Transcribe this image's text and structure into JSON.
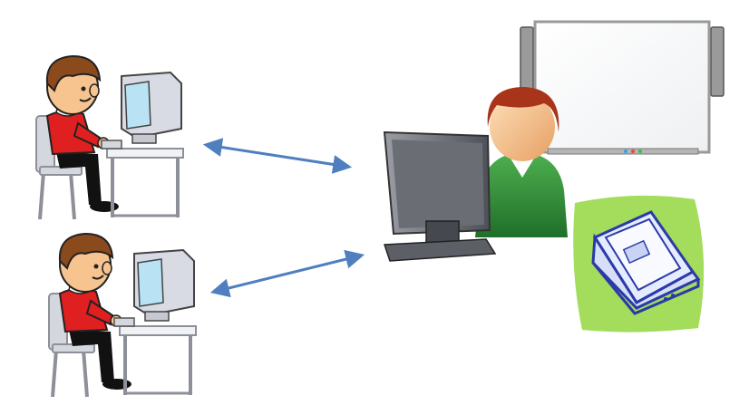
{
  "diagram": {
    "nodes": [
      {
        "id": "student-1",
        "kind": "student-workstation"
      },
      {
        "id": "student-2",
        "kind": "student-workstation"
      },
      {
        "id": "teacher",
        "kind": "teacher-workstation"
      },
      {
        "id": "whiteboard",
        "kind": "interactive-whiteboard"
      },
      {
        "id": "scanner",
        "kind": "flatbed-scanner"
      }
    ],
    "connections": [
      {
        "from": "student-1",
        "to": "teacher",
        "direction": "bidirectional"
      },
      {
        "from": "student-2",
        "to": "teacher",
        "direction": "bidirectional"
      }
    ]
  },
  "colors": {
    "arrow": "#4f7fbf",
    "shirt_red": "#e02020",
    "hair_brown": "#8a4a1c",
    "skin": "#f7c48f",
    "monitor_light": "#d8dbe3",
    "monitor_dark": "#7b7e86",
    "teacher_shirt": "#2f8f3a",
    "teacher_hair": "#a8341a",
    "scanner_bg": "#a4dc5c",
    "scanner_blue": "#2a3aa8",
    "whiteboard_frame": "#9a9a9a"
  }
}
